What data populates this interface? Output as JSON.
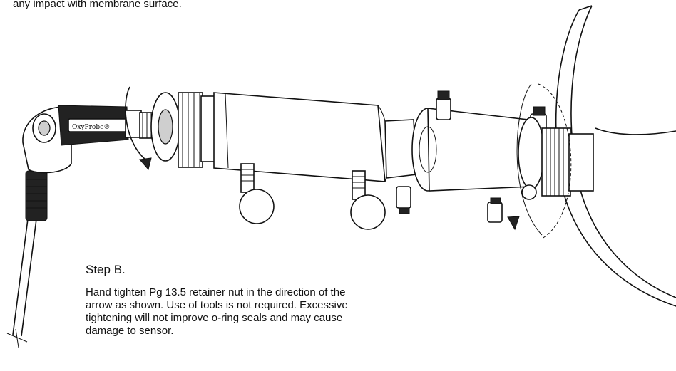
{
  "header": {
    "intro_line": "any impact with membrane surface."
  },
  "probe": {
    "brand_label": "OxyProbe®"
  },
  "step": {
    "title": "Step B.",
    "body": "Hand tighten Pg 13.5 retainer nut in the direction of the arrow as shown.  Use of tools is not required.  Excessive tightening will not improve o-ring seals and may cause damage to sensor."
  }
}
